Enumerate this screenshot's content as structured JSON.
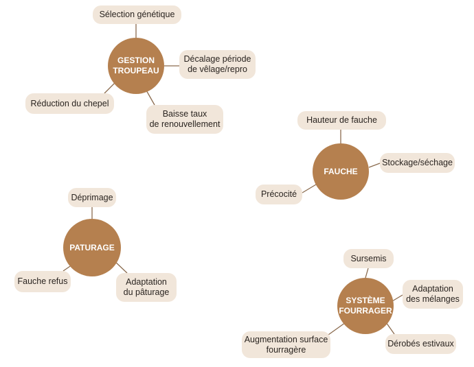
{
  "clusters": [
    {
      "hub": [
        "GESTION",
        "TROUPEAU"
      ],
      "leaves": [
        [
          "Sélection génétique"
        ],
        [
          "Décalage période",
          "de vêlage/repro"
        ],
        [
          "Réduction du chepel"
        ],
        [
          "Baisse taux",
          "de renouvellement"
        ]
      ]
    },
    {
      "hub": [
        "FAUCHE"
      ],
      "leaves": [
        [
          "Hauteur de fauche"
        ],
        [
          "Stockage/séchage"
        ],
        [
          "Précocité"
        ]
      ]
    },
    {
      "hub": [
        "PATURAGE"
      ],
      "leaves": [
        [
          "Déprimage"
        ],
        [
          "Fauche refus"
        ],
        [
          "Adaptation",
          "du pâturage"
        ]
      ]
    },
    {
      "hub": [
        "SYSTÈME",
        "FOURRAGER"
      ],
      "leaves": [
        [
          "Sursemis"
        ],
        [
          "Adaptation",
          "des mélanges"
        ],
        [
          "Augmentation surface",
          "fourragère"
        ],
        [
          "Dérobés estivaux"
        ]
      ]
    }
  ],
  "colors": {
    "hub": "#b5804f",
    "leaf": "#f1e6da",
    "edge": "#8a6a4d",
    "text": "#2a2420"
  }
}
